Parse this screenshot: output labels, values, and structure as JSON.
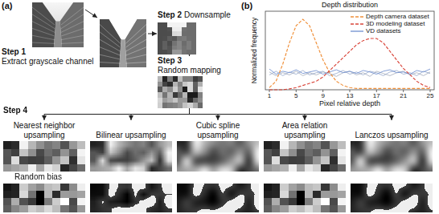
{
  "diagram": {
    "nodes": [
      {
        "text": [
          "Step 1",
          "Extract grayscale channel"
        ]
      },
      {
        "text": [
          "Step 2",
          "Downsample"
        ]
      },
      {
        "text": [
          "Step 3",
          "Random mapping"
        ]
      },
      {
        "text": [
          "Nearest neighbor upsampling"
        ]
      },
      {
        "text": [
          "Bilinear upsampling"
        ]
      },
      {
        "text": [
          "Cubic spline upsampling"
        ]
      },
      {
        "text": [
          "Area relation upsampling"
        ]
      },
      {
        "text": [
          "Lanczos upsampling"
        ]
      }
    ],
    "edges": [
      {
        "from": 1,
        "to": 2,
        "arrow": "to"
      },
      {
        "from": 2,
        "to": 3,
        "arrow": "to"
      },
      {
        "from": 2,
        "to": 4,
        "arrow": "to"
      },
      {
        "from": 2,
        "to": 5,
        "arrow": "to"
      },
      {
        "from": 2,
        "to": 6,
        "arrow": "to"
      },
      {
        "from": 2,
        "to": 7,
        "arrow": "to"
      }
    ],
    "labels": [
      "(a)",
      "Step 4",
      "Random bias",
      "(b)",
      "Depth distribution",
      "Normalized frequency",
      "Pixel relative depth",
      "1",
      "5",
      "9",
      "13",
      "17",
      "21",
      "25"
    ],
    "legend": [
      {
        "text": "Depth camera dataset"
      },
      {
        "text": "3D modeling dataset"
      },
      {
        "text": "VD datasets"
      }
    ]
  }
}
